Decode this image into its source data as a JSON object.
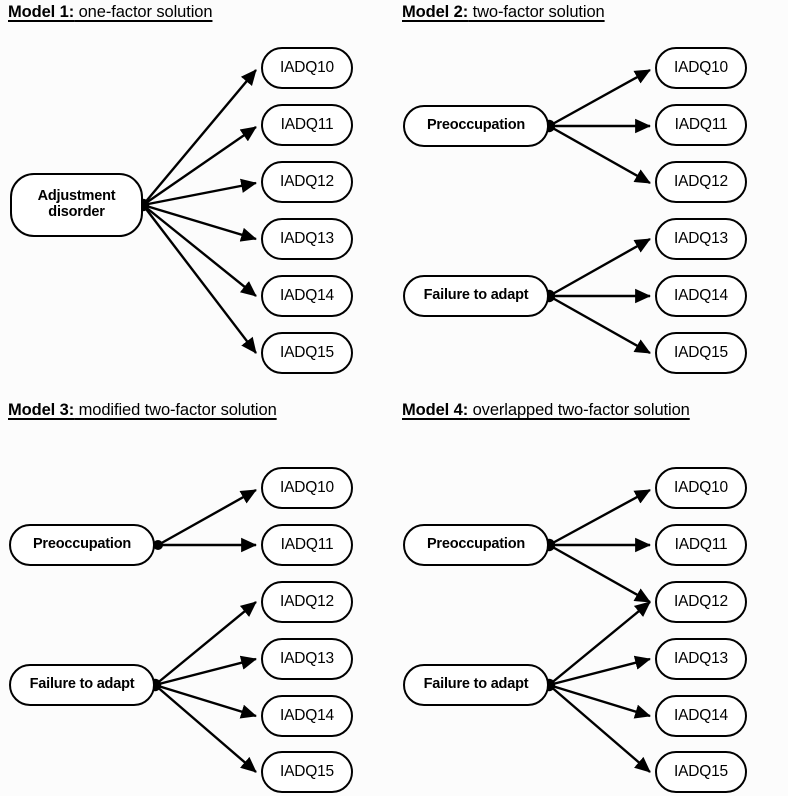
{
  "figure": {
    "background_color": "#fcfcfc",
    "stroke_color": "#000000",
    "node_fill_color": "#ffffff"
  },
  "panels": [
    {
      "id": "model-1",
      "title_key": "Model 1:",
      "title_value": " one-factor solution",
      "factors": [
        {
          "id": "adjustment-disorder",
          "label": "Adjustment disorder"
        }
      ],
      "items": [
        {
          "id": "iadq10",
          "label": "IADQ10"
        },
        {
          "id": "iadq11",
          "label": "IADQ11"
        },
        {
          "id": "iadq12",
          "label": "IADQ12"
        },
        {
          "id": "iadq13",
          "label": "IADQ13"
        },
        {
          "id": "iadq14",
          "label": "IADQ14"
        },
        {
          "id": "iadq15",
          "label": "IADQ15"
        }
      ],
      "edges": [
        {
          "from": "adjustment-disorder",
          "to": "iadq10"
        },
        {
          "from": "adjustment-disorder",
          "to": "iadq11"
        },
        {
          "from": "adjustment-disorder",
          "to": "iadq12"
        },
        {
          "from": "adjustment-disorder",
          "to": "iadq13"
        },
        {
          "from": "adjustment-disorder",
          "to": "iadq14"
        },
        {
          "from": "adjustment-disorder",
          "to": "iadq15"
        }
      ]
    },
    {
      "id": "model-2",
      "title_key": "Model 2:",
      "title_value": " two-factor solution",
      "factors": [
        {
          "id": "preoccupation",
          "label": "Preoccupation"
        },
        {
          "id": "failure-to-adapt",
          "label": "Failure to adapt"
        }
      ],
      "items": [
        {
          "id": "iadq10",
          "label": "IADQ10"
        },
        {
          "id": "iadq11",
          "label": "IADQ11"
        },
        {
          "id": "iadq12",
          "label": "IADQ12"
        },
        {
          "id": "iadq13",
          "label": "IADQ13"
        },
        {
          "id": "iadq14",
          "label": "IADQ14"
        },
        {
          "id": "iadq15",
          "label": "IADQ15"
        }
      ],
      "edges": [
        {
          "from": "preoccupation",
          "to": "iadq10"
        },
        {
          "from": "preoccupation",
          "to": "iadq11"
        },
        {
          "from": "preoccupation",
          "to": "iadq12"
        },
        {
          "from": "failure-to-adapt",
          "to": "iadq13"
        },
        {
          "from": "failure-to-adapt",
          "to": "iadq14"
        },
        {
          "from": "failure-to-adapt",
          "to": "iadq15"
        }
      ]
    },
    {
      "id": "model-3",
      "title_key": "Model 3:",
      "title_value": " modified two-factor solution",
      "factors": [
        {
          "id": "preoccupation",
          "label": "Preoccupation"
        },
        {
          "id": "failure-to-adapt",
          "label": "Failure to adapt"
        }
      ],
      "items": [
        {
          "id": "iadq10",
          "label": "IADQ10"
        },
        {
          "id": "iadq11",
          "label": "IADQ11"
        },
        {
          "id": "iadq12",
          "label": "IADQ12"
        },
        {
          "id": "iadq13",
          "label": "IADQ13"
        },
        {
          "id": "iadq14",
          "label": "IADQ14"
        },
        {
          "id": "iadq15",
          "label": "IADQ15"
        }
      ],
      "edges": [
        {
          "from": "preoccupation",
          "to": "iadq10"
        },
        {
          "from": "preoccupation",
          "to": "iadq11"
        },
        {
          "from": "failure-to-adapt",
          "to": "iadq12"
        },
        {
          "from": "failure-to-adapt",
          "to": "iadq13"
        },
        {
          "from": "failure-to-adapt",
          "to": "iadq14"
        },
        {
          "from": "failure-to-adapt",
          "to": "iadq15"
        }
      ]
    },
    {
      "id": "model-4",
      "title_key": "Model 4:",
      "title_value": " overlapped two-factor solution",
      "factors": [
        {
          "id": "preoccupation",
          "label": "Preoccupation"
        },
        {
          "id": "failure-to-adapt",
          "label": "Failure to adapt"
        }
      ],
      "items": [
        {
          "id": "iadq10",
          "label": "IADQ10"
        },
        {
          "id": "iadq11",
          "label": "IADQ11"
        },
        {
          "id": "iadq12",
          "label": "IADQ12"
        },
        {
          "id": "iadq13",
          "label": "IADQ13"
        },
        {
          "id": "iadq14",
          "label": "IADQ14"
        },
        {
          "id": "iadq15",
          "label": "IADQ15"
        }
      ],
      "edges": [
        {
          "from": "preoccupation",
          "to": "iadq10"
        },
        {
          "from": "preoccupation",
          "to": "iadq11"
        },
        {
          "from": "preoccupation",
          "to": "iadq12"
        },
        {
          "from": "failure-to-adapt",
          "to": "iadq12"
        },
        {
          "from": "failure-to-adapt",
          "to": "iadq13"
        },
        {
          "from": "failure-to-adapt",
          "to": "iadq14"
        },
        {
          "from": "failure-to-adapt",
          "to": "iadq15"
        }
      ]
    }
  ]
}
